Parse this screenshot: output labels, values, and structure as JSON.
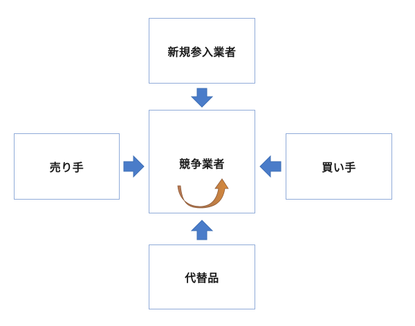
{
  "diagram": {
    "title": "Five Forces",
    "forces": {
      "new_entrants": "新規参入業者",
      "competitors": "競争業者",
      "suppliers": "売り手",
      "buyers": "買い手",
      "substitutes": "代替品"
    }
  },
  "colors": {
    "box_border": "#8faad8",
    "arrow_fill": "#4a7cc9",
    "rivalry_arrow_start": "#b87a55",
    "rivalry_arrow_end": "#d98a3a"
  },
  "icons": {
    "down": "arrow-down-icon",
    "up": "arrow-up-icon",
    "right": "arrow-right-icon",
    "left": "arrow-left-icon",
    "rivalry": "curved-arrow-icon"
  }
}
